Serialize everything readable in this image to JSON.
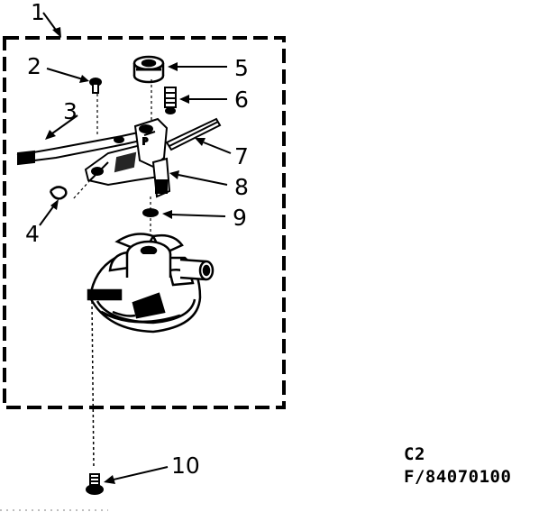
{
  "callouts": {
    "c1": "1",
    "c2": "2",
    "c3": "3",
    "c4": "4",
    "c5": "5",
    "c6": "6",
    "c7": "7",
    "c8": "8",
    "c9": "9",
    "c10": "10"
  },
  "codes": {
    "section": "C2",
    "figure": "F/84070100"
  }
}
